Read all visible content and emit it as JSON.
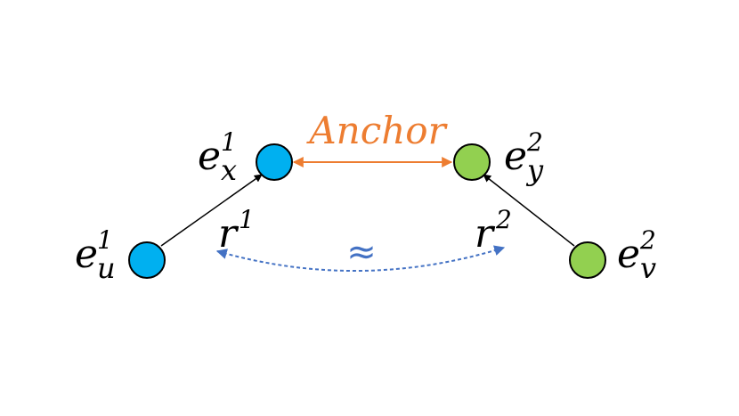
{
  "nodes": {
    "eu": {
      "base": "e",
      "sub": "u",
      "sup": "1",
      "color": "#00b0f0"
    },
    "ex": {
      "base": "e",
      "sub": "x",
      "sup": "1",
      "color": "#00b0f0"
    },
    "ey": {
      "base": "e",
      "sub": "y",
      "sup": "2",
      "color": "#92d050"
    },
    "ev": {
      "base": "e",
      "sub": "v",
      "sup": "2",
      "color": "#92d050"
    }
  },
  "relations": {
    "r1": {
      "base": "r",
      "sup": "1"
    },
    "r2": {
      "base": "r",
      "sup": "2"
    }
  },
  "anchor": {
    "label": "Anchor",
    "color": "#ed7d31"
  },
  "similarity": {
    "symbol": "≈",
    "color": "#4472c4"
  },
  "colors": {
    "edge": "#000000",
    "outline": "#000000"
  }
}
